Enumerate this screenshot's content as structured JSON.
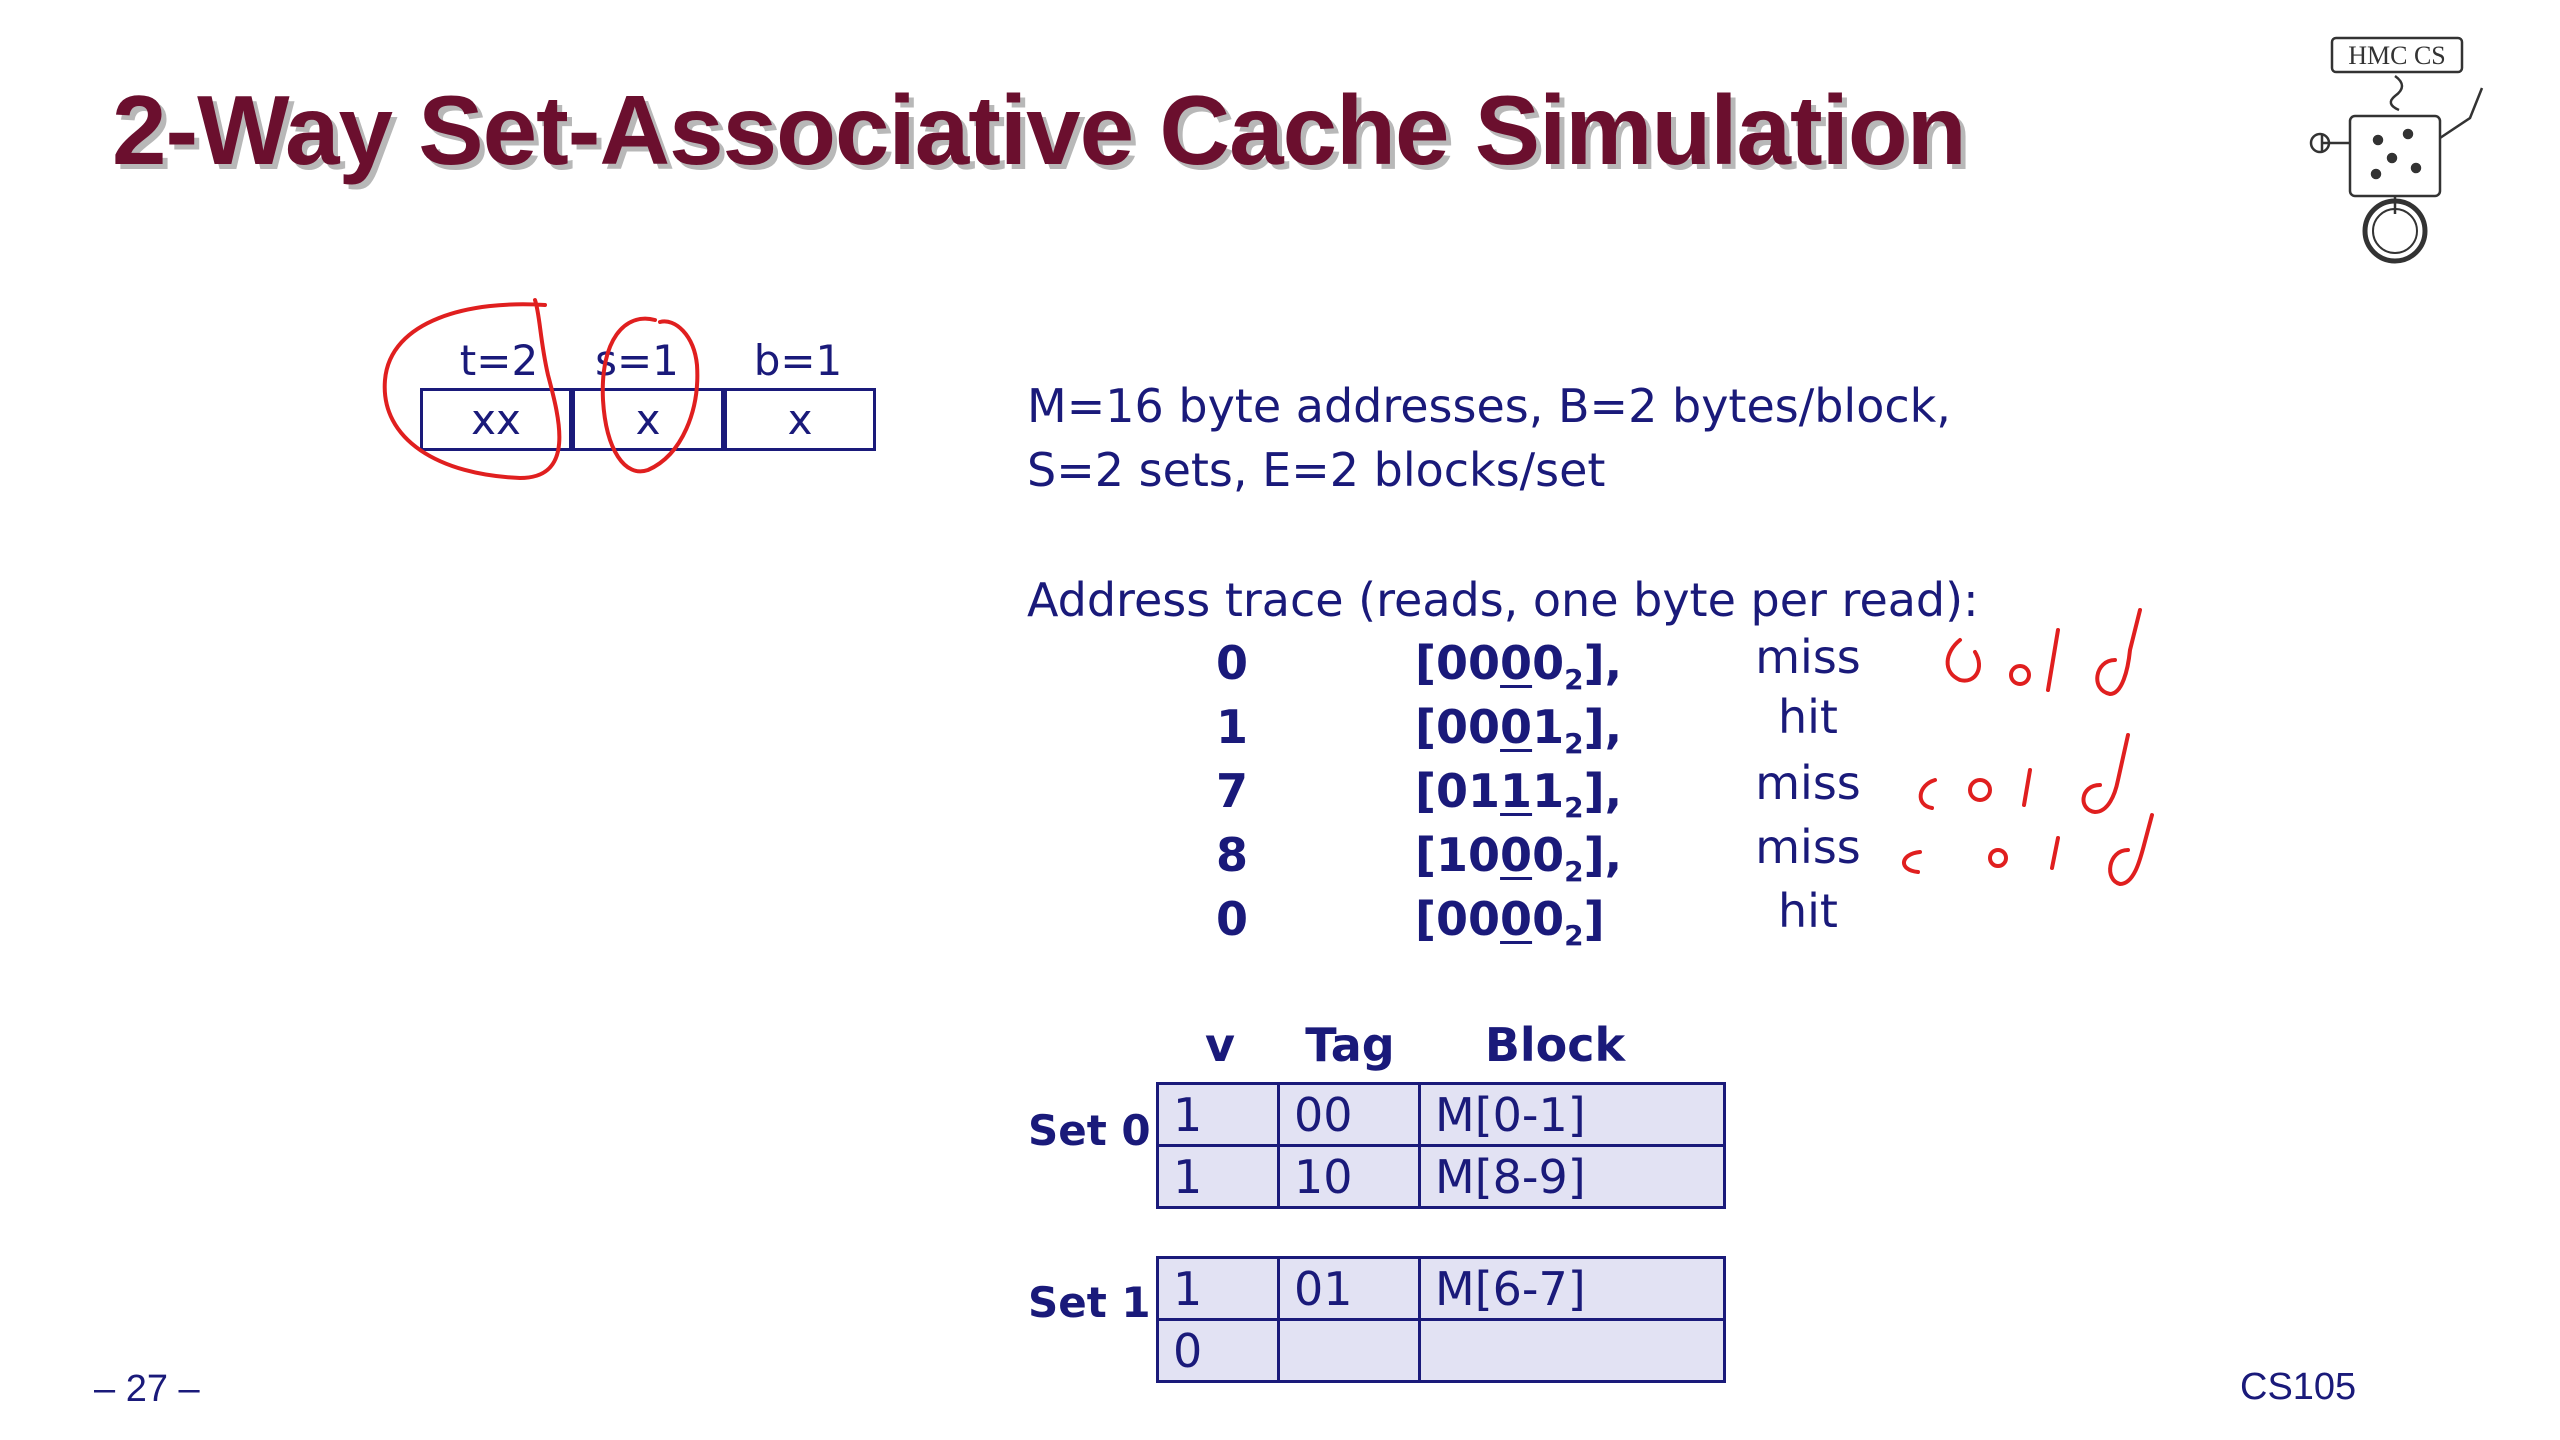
{
  "slide": {
    "title": "2-Way Set-Associative Cache Simulation",
    "page_number": "– 27 –",
    "course": "CS105",
    "logo_text": "HMC CS"
  },
  "address_format": {
    "fields": [
      {
        "label": "t=2",
        "bits": "xx"
      },
      {
        "label": "s=1",
        "bits": "x"
      },
      {
        "label": "b=1",
        "bits": "x"
      }
    ]
  },
  "params": {
    "line1": "M=16 byte addresses, B=2 bytes/block,",
    "line2": "S=2 sets, E=2 blocks/set"
  },
  "trace": {
    "heading": "Address trace (reads, one byte per read):",
    "rows": [
      {
        "addr": "0",
        "bin_pre": "[00",
        "bin_set": "0",
        "bin_post": "0",
        "sub": "2",
        "close": "],",
        "result": "miss",
        "note": "cold"
      },
      {
        "addr": "1",
        "bin_pre": "[00",
        "bin_set": "0",
        "bin_post": "1",
        "sub": "2",
        "close": "],",
        "result": "hit",
        "note": ""
      },
      {
        "addr": "7",
        "bin_pre": "[01",
        "bin_set": "1",
        "bin_post": "1",
        "sub": "2",
        "close": "],",
        "result": "miss",
        "note": "cold"
      },
      {
        "addr": "8",
        "bin_pre": "[10",
        "bin_set": "0",
        "bin_post": "0",
        "sub": "2",
        "close": "],",
        "result": "miss",
        "note": "cold"
      },
      {
        "addr": "0",
        "bin_pre": "[00",
        "bin_set": "0",
        "bin_post": "0",
        "sub": "2",
        "close": "]",
        "result": "hit",
        "note": ""
      }
    ]
  },
  "cache": {
    "headers": {
      "v": "v",
      "tag": "Tag",
      "block": "Block"
    },
    "sets": [
      {
        "label": "Set 0",
        "lines": [
          {
            "v": "1",
            "tag": "00",
            "block": "M[0-1]"
          },
          {
            "v": "1",
            "tag": "10",
            "block": "M[8-9]"
          }
        ]
      },
      {
        "label": "Set 1",
        "lines": [
          {
            "v": "1",
            "tag": "01",
            "block": "M[6-7]"
          },
          {
            "v": "0",
            "tag": "",
            "block": ""
          }
        ]
      }
    ]
  },
  "colors": {
    "title": "#6b0f2e",
    "text": "#1a1a7a",
    "ink": "#e01f1f",
    "cell_bg": "#e2e2f3"
  }
}
